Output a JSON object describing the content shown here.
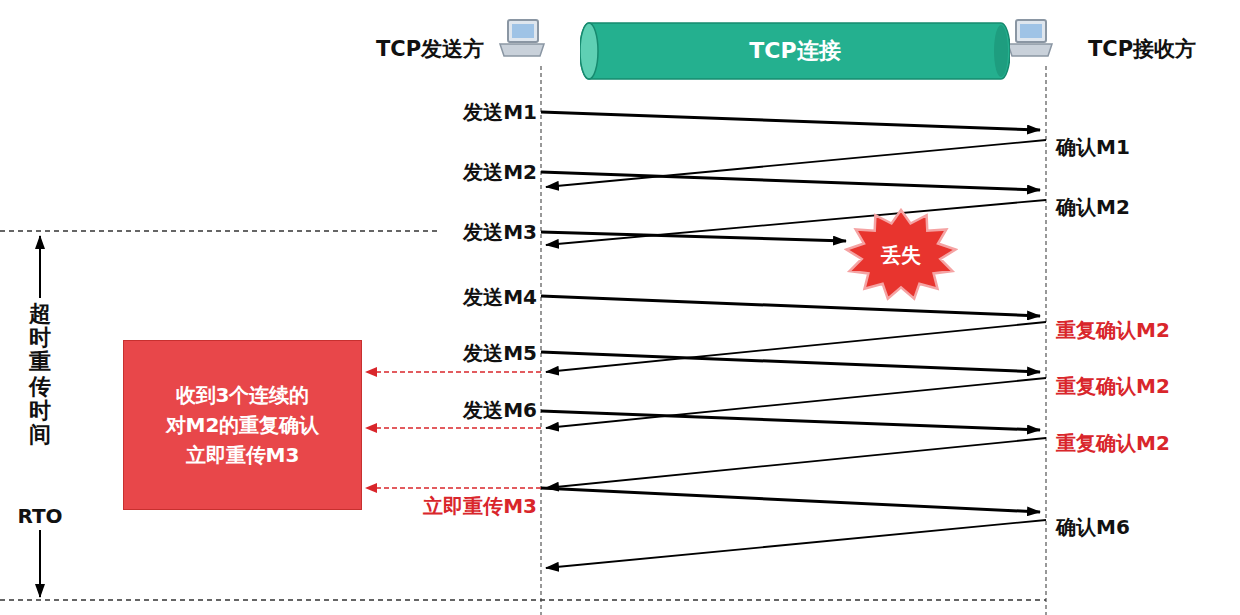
{
  "diagram": {
    "nodes": [
      {
        "text": [
          "TCP连接"
        ]
      },
      {
        "text": [
          "丢失"
        ]
      },
      {
        "text": [
          "收到3个连续的 对M2的重复确认 立即重传M3"
        ]
      }
    ],
    "labels": [
      "TCP发送方",
      "TCP接收方",
      "发送M1",
      "确认M1",
      "发送M2",
      "确认M2",
      "发送M3",
      "发送M4",
      "重复确认M2",
      "超时重传时间",
      "发送M5",
      "重复确认M2",
      "发送M6",
      "重复确认M2",
      "立即重传M3",
      "RTO",
      "确认M6"
    ]
  }
}
